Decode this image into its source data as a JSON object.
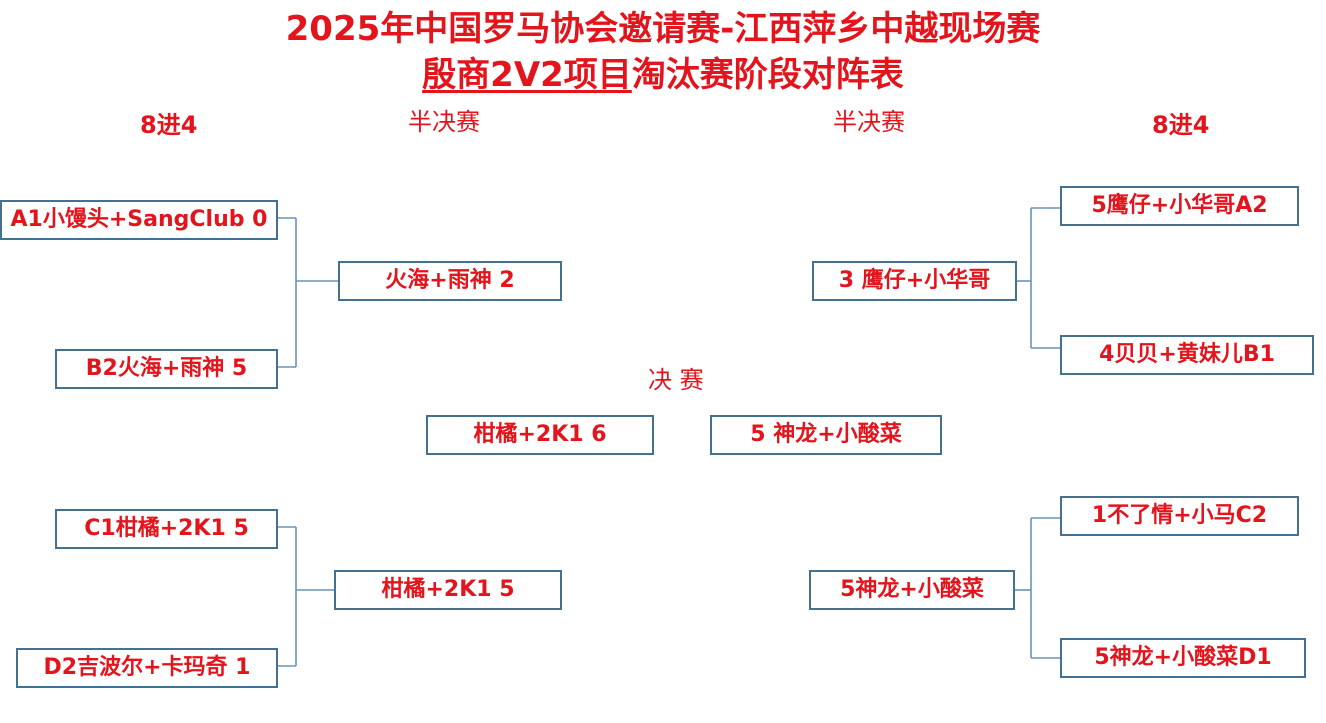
{
  "title": {
    "line1": "2025年中国罗马协会邀请赛-江西萍乡中越现场赛",
    "line2_underlined": "殷商2V2项目",
    "line2_rest": "淘汰赛阶段对阵表"
  },
  "headers": {
    "left_quarter": "8进4",
    "left_semi": "半决赛",
    "right_semi": "半决赛",
    "right_quarter": "8进4",
    "final": "决 赛"
  },
  "left": {
    "quarter": [
      "A1小馒头+SangClub 0",
      "B2火海+雨神 5",
      "C1柑橘+2K1 5",
      "D2吉波尔+卡玛奇 1"
    ],
    "semi": [
      "火海+雨神 2",
      "柑橘+2K1  5"
    ]
  },
  "right": {
    "quarter": [
      "5鹰仔+小华哥A2",
      "4贝贝+黄妹儿B1",
      "1不了情+小马C2",
      "5神龙+小酸菜D1"
    ],
    "semi": [
      "3 鹰仔+小华哥",
      "5神龙+小酸菜"
    ]
  },
  "final": {
    "left": "柑橘+2K1 6",
    "right": "5 神龙+小酸菜"
  },
  "colors": {
    "text": "#e3141b",
    "box_border": "#44718f",
    "connector": "#6a93b8"
  }
}
